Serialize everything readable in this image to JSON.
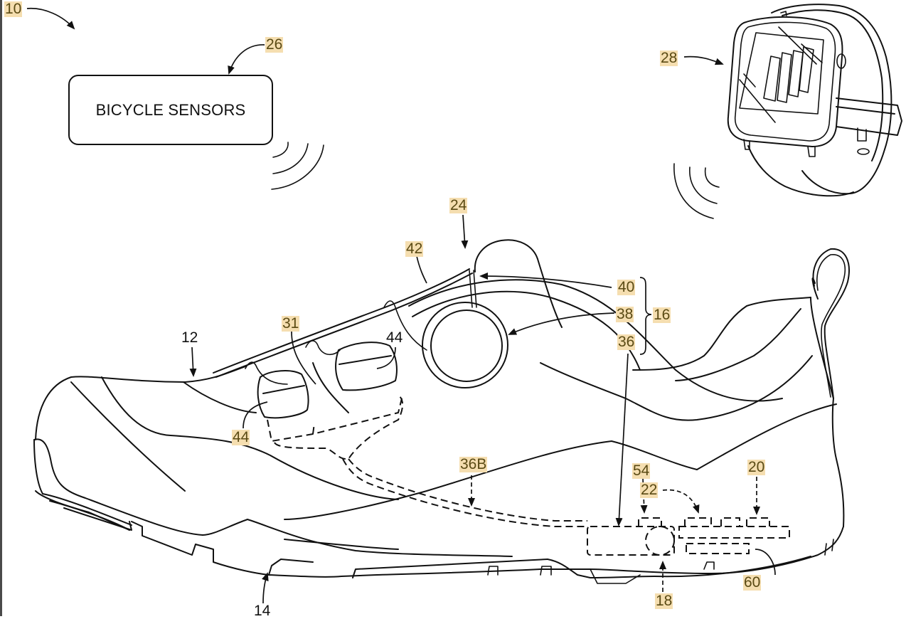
{
  "figure": {
    "type": "patent-drawing",
    "subject": "cycling shoe with motorized lacing and sensors",
    "box_label": "BICYCLE SENSORS",
    "highlight_color": "#f5deb0",
    "label_color": "#5a4a14",
    "line_color": "#111111"
  },
  "refs": {
    "r10": "10",
    "r26": "26",
    "r28": "28",
    "r24": "24",
    "r42": "42",
    "r40": "40",
    "r38": "38",
    "r36": "36",
    "r16": "16",
    "r31": "31",
    "r12": "12",
    "r44a": "44",
    "r44b": "44",
    "r36B": "36B",
    "r54": "54",
    "r22": "22",
    "r20": "20",
    "r60": "60",
    "r18": "18",
    "r14": "14"
  }
}
